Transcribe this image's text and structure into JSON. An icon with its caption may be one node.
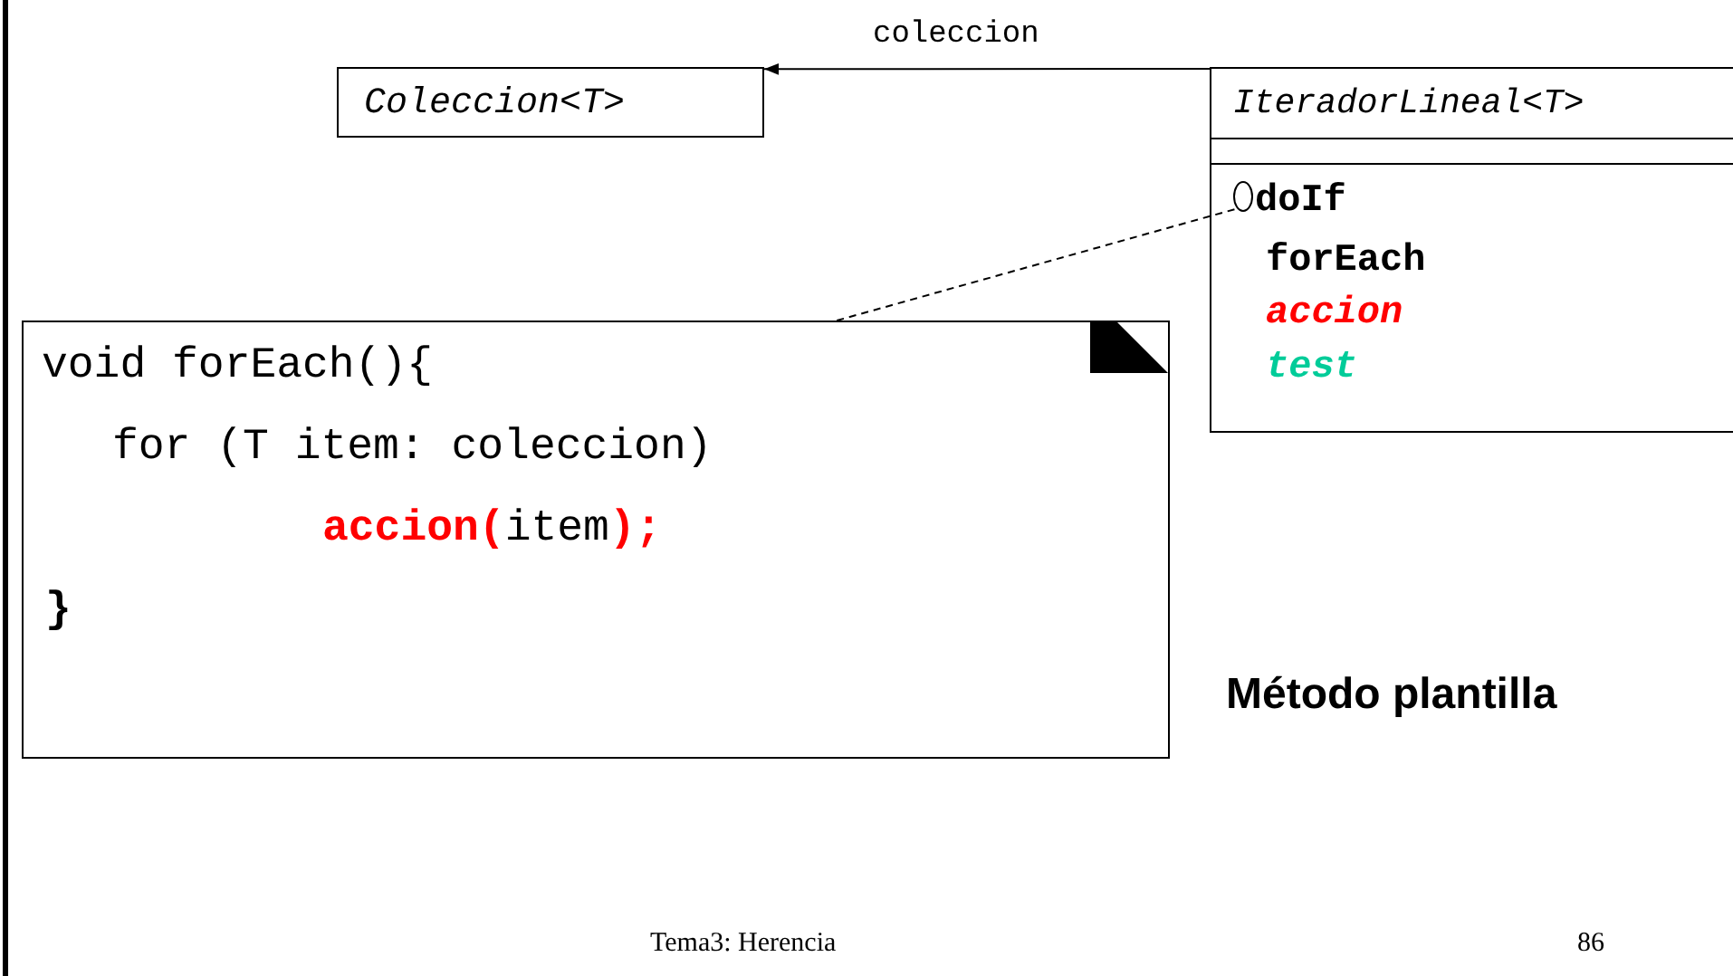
{
  "diagram": {
    "nodes": [
      {
        "text": [
          "Coleccion<T>"
        ]
      },
      {
        "text": [
          "IteradorLineal<T>",
          "doIf",
          "forEach",
          "accion",
          "test"
        ]
      },
      {
        "text": [
          "void forEach(){",
          "for (T item: coleccion)",
          "**accion(**item**);**",
          "}"
        ]
      },
      {
        "text": [],
        "shape": "circle",
        "in": 1
      }
    ],
    "edges": [
      {
        "from": 1,
        "to": 0,
        "arrow": "to",
        "label": "coleccion"
      },
      {
        "from": 2,
        "to": 3,
        "arrow": "none",
        "style": "dashed"
      }
    ],
    "labels": [
      "Método plantilla",
      "Tema3: Herencia",
      "86"
    ]
  }
}
